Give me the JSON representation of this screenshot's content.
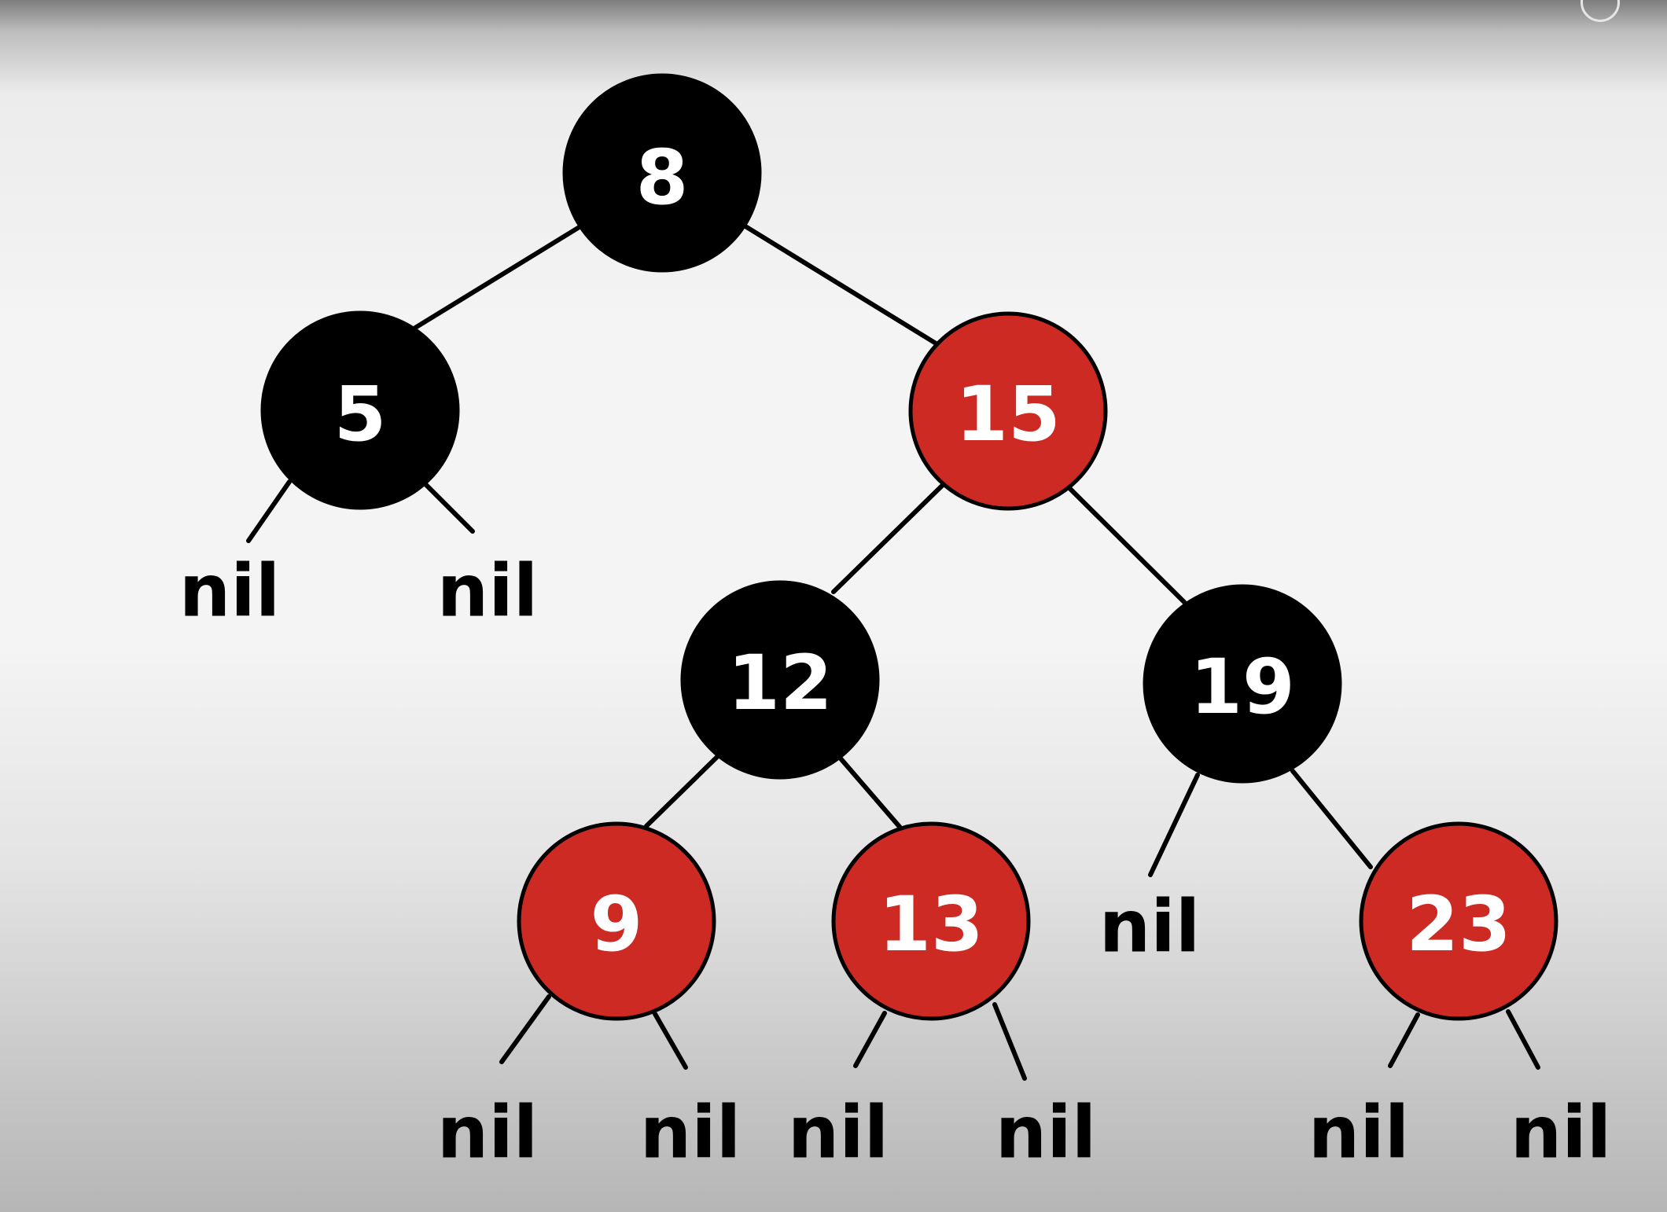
{
  "tree": {
    "colors": {
      "black": "#000000",
      "red": "#cc2a22",
      "label": "#ffffff",
      "edge": "#000000"
    },
    "nodes": [
      {
        "id": "n8",
        "label": "8",
        "color": "black"
      },
      {
        "id": "n5",
        "label": "5",
        "color": "black"
      },
      {
        "id": "n15",
        "label": "15",
        "color": "red"
      },
      {
        "id": "n12",
        "label": "12",
        "color": "black"
      },
      {
        "id": "n19",
        "label": "19",
        "color": "black"
      },
      {
        "id": "n9",
        "label": "9",
        "color": "red"
      },
      {
        "id": "n13",
        "label": "13",
        "color": "red"
      },
      {
        "id": "n23",
        "label": "23",
        "color": "red"
      }
    ],
    "nil_label": "nil",
    "edges": [
      {
        "from": "n8",
        "to": "n5"
      },
      {
        "from": "n8",
        "to": "n15"
      },
      {
        "from": "n5",
        "to": "nil-5-left"
      },
      {
        "from": "n5",
        "to": "nil-5-right"
      },
      {
        "from": "n15",
        "to": "n12"
      },
      {
        "from": "n15",
        "to": "n19"
      },
      {
        "from": "n12",
        "to": "n9"
      },
      {
        "from": "n12",
        "to": "n13"
      },
      {
        "from": "n19",
        "to": "nil-19-left"
      },
      {
        "from": "n19",
        "to": "n23"
      },
      {
        "from": "n9",
        "to": "nil-9-left"
      },
      {
        "from": "n9",
        "to": "nil-9-right"
      },
      {
        "from": "n13",
        "to": "nil-13-left"
      },
      {
        "from": "n13",
        "to": "nil-13-right"
      },
      {
        "from": "n23",
        "to": "nil-23-left"
      },
      {
        "from": "n23",
        "to": "nil-23-right"
      }
    ]
  }
}
